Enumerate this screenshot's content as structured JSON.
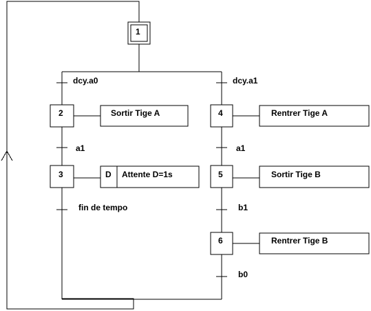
{
  "steps": {
    "s1": "1",
    "s2": "2",
    "s3": "3",
    "s4": "4",
    "s5": "5",
    "s6": "6"
  },
  "actions": {
    "a2": "Sortir Tige A",
    "a3_qualifier": "D",
    "a3": "Attente D=1s",
    "a4": "Rentrer Tige A",
    "a5": "Sortir Tige B",
    "a6": "Rentrer Tige B"
  },
  "transitions": {
    "t_left_1": "dcy.a0",
    "t_right_1": "dcy.a1",
    "t_left_2": "a1",
    "t_right_2": "a1",
    "t_left_3": "fin de tempo",
    "t_right_3": "b1",
    "t_right_4": "b0"
  }
}
